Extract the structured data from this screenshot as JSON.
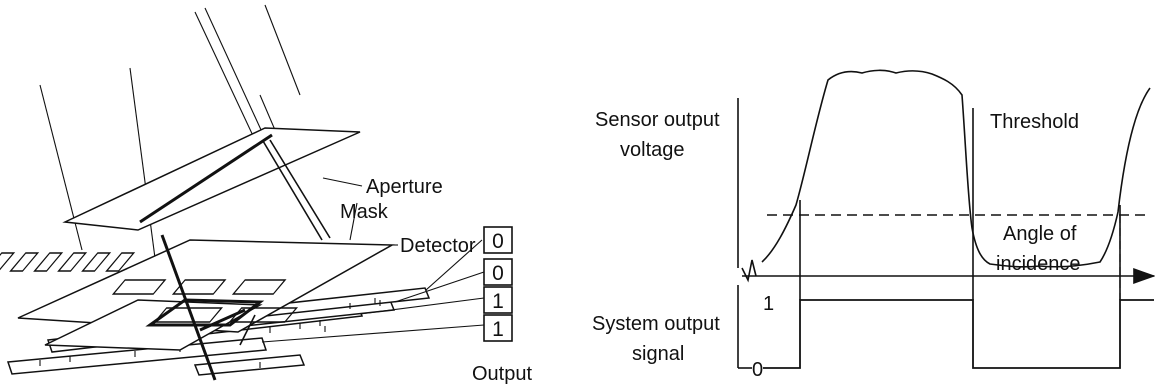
{
  "left_diagram": {
    "aperture_label": "Aperture",
    "mask_label": "Mask",
    "detector_label": "Detector",
    "output_bits": [
      "0",
      "0",
      "1",
      "1"
    ],
    "output_label": "Output"
  },
  "right_diagram": {
    "sensor_output_label_line1": "Sensor output",
    "sensor_output_label_line2": "voltage",
    "threshold_label": "Threshold",
    "angle_label_line1": "Angle of",
    "angle_label_line2": "incidence",
    "system_output_label_line1": "System output",
    "system_output_label_line2": "signal",
    "level_high": "1",
    "level_low": "0"
  }
}
